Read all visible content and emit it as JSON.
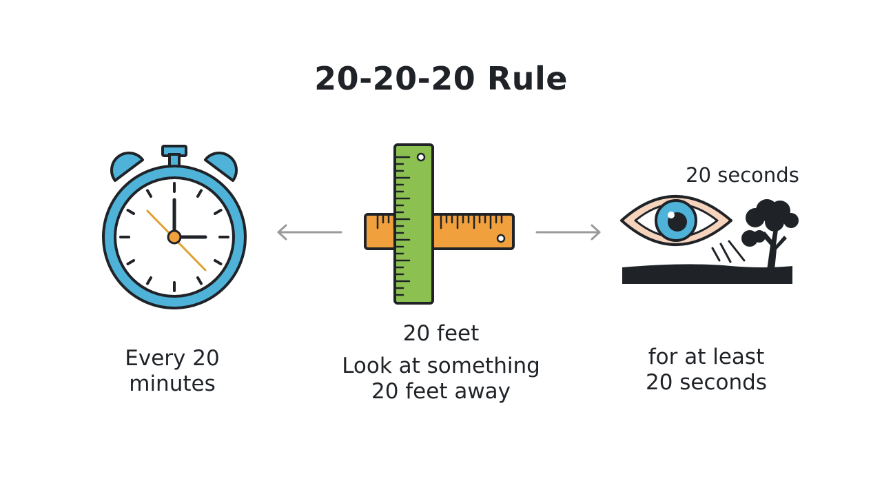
{
  "title": "20-20-20 Rule",
  "steps": {
    "time": {
      "icon": "stopwatch-icon",
      "caption_lines": [
        "Every 20",
        "minutes"
      ]
    },
    "distance": {
      "icon": "ruler-icon",
      "label": "20 feet",
      "caption_lines": [
        "Look at something",
        "20 feet away"
      ]
    },
    "duration": {
      "icon": "eye-icon",
      "label": "20 seconds",
      "caption_lines": [
        "for at least",
        "20 seconds"
      ]
    }
  },
  "connectors": {
    "left": "arrow-left-icon",
    "right": "arrow-right-icon"
  },
  "colors": {
    "clock_blue": "#4fb3d9",
    "ruler_green": "#8cc152",
    "ruler_orange": "#f0a03c",
    "eye_skin": "#f5d3bd",
    "outline": "#1f2328",
    "arrow_gray": "#9a9a9a",
    "hand_accent": "#e0a030"
  }
}
